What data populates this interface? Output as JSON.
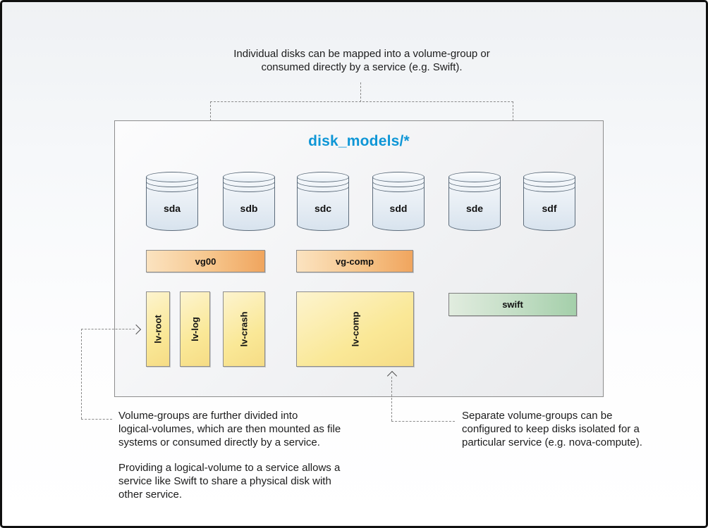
{
  "title": "disk_models/*",
  "disks": [
    "sda",
    "sdb",
    "sdc",
    "sdd",
    "sde",
    "sdf"
  ],
  "volume_groups": [
    {
      "label": "vg00"
    },
    {
      "label": "vg-comp"
    }
  ],
  "logical_volumes": [
    {
      "label": "lv-root"
    },
    {
      "label": "lv-log"
    },
    {
      "label": "lv-crash"
    },
    {
      "label": "lv-comp"
    }
  ],
  "services": [
    {
      "label": "swift"
    }
  ],
  "notes": {
    "top": {
      "lines": [
        "Individual disks can be mapped into a volume-group or",
        "consumed directly by a service (e.g. Swift)."
      ]
    },
    "left": {
      "p1": [
        "Volume-groups are further divided into",
        "logical-volumes, which are then mounted as file",
        "systems or consumed directly by a service."
      ],
      "p2": [
        "Providing a logical-volume to a service allows a",
        "service like Swift to share a physical disk with",
        "other service."
      ]
    },
    "right": {
      "lines": [
        "Separate volume-groups can be",
        "configured to keep disks isolated for a",
        "particular service (e.g. nova-compute)."
      ]
    }
  },
  "colors": {
    "title_blue": "#0e96d6",
    "vg_gradient_start": "#fbe3c0",
    "vg_gradient_end": "#f0a55e",
    "lv_gradient_start": "#fdf4cf",
    "lv_gradient_end": "#f6dc85",
    "service_gradient_start": "#e1ecdf",
    "service_gradient_end": "#a4cfaa",
    "disk_fill_start": "#f5f8fb",
    "disk_fill_end": "#d8e3ee",
    "dash_gray": "#8a8a8a"
  }
}
